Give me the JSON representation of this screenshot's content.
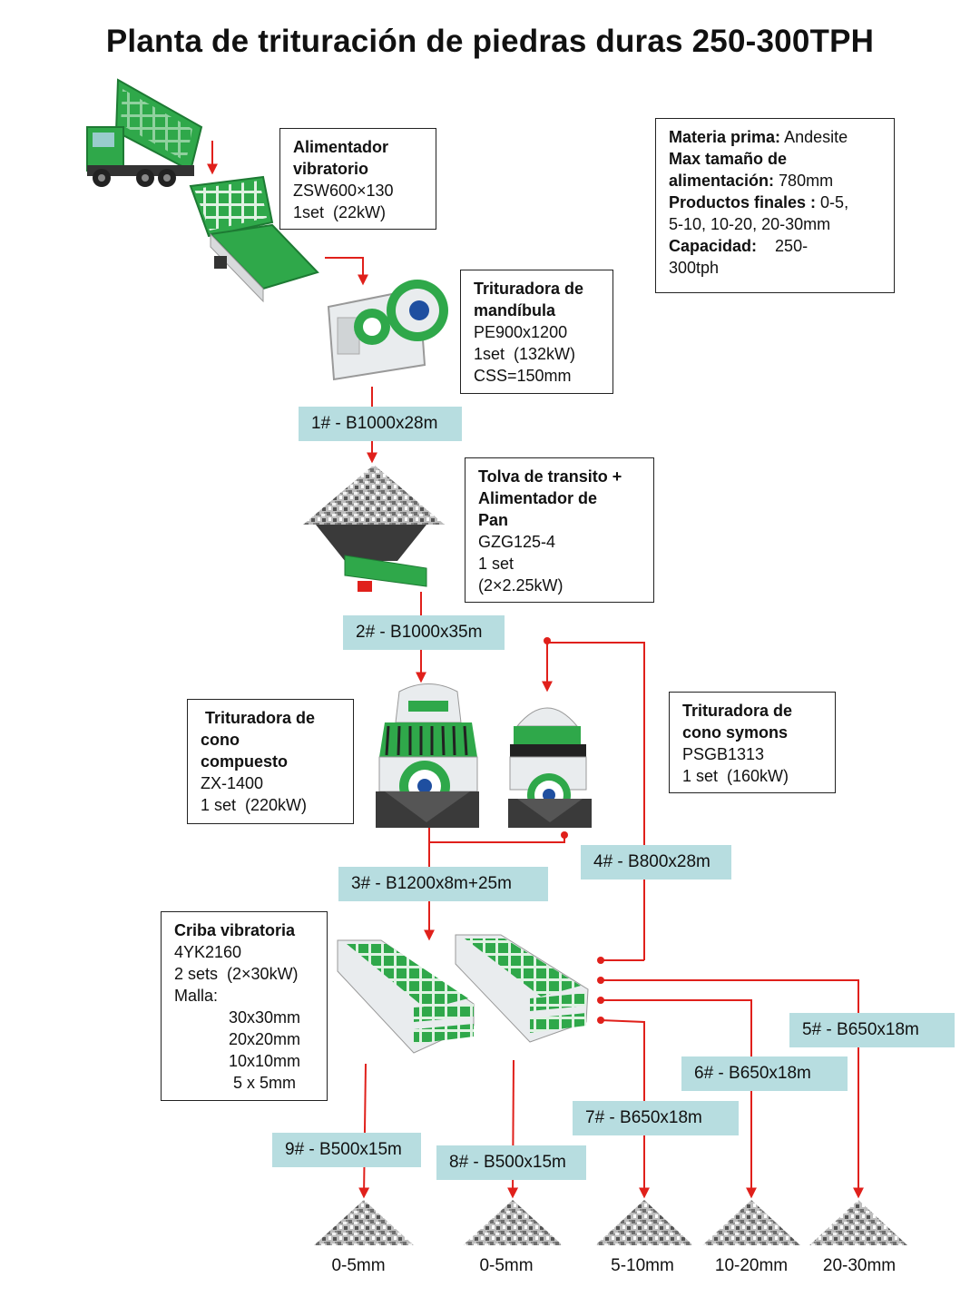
{
  "title": "Planta de trituración de piedras duras 250-300TPH",
  "info_box": {
    "raw_material_label": "Materia prima:",
    "raw_material_value": "Andesite",
    "max_feed_label_1": "Max tamaño de",
    "max_feed_label_2": "alimentación:",
    "max_feed_value": "780mm",
    "products_label": "Productos finales :",
    "products_value_1": "0-5,",
    "products_value_2": "5-10, 10-20, 20-30mm",
    "capacity_label": "Capacidad:",
    "capacity_value_1": "250-",
    "capacity_value_2": "300tph"
  },
  "equipment": {
    "vibrating_feeder": {
      "name_1": "Alimentador",
      "name_2": "vibratorio",
      "model": "ZSW600×130",
      "spec": "1set  (22kW)"
    },
    "jaw_crusher": {
      "name_1": "Trituradora de",
      "name_2": "mandíbula",
      "model": "PE900x1200",
      "spec": "1set  (132kW)",
      "css": "CSS=150mm"
    },
    "hopper_feeder": {
      "name_1": "Tolva de transito +",
      "name_2": "Alimentador de",
      "name_3": "Pan",
      "model": "GZG125-4",
      "spec_1": "1 set",
      "spec_2": "(2×2.25kW)"
    },
    "compound_cone": {
      "name_1": " Trituradora de",
      "name_2": "cono",
      "name_3": "compuesto",
      "model": "ZX-1400",
      "spec": "1 set  (220kW)"
    },
    "symons_cone": {
      "name_1": "Trituradora de",
      "name_2": "cono symons",
      "model": "PSGB1313",
      "spec": "1 set  (160kW)"
    },
    "vibrating_screen": {
      "name": "Criba vibratoria",
      "model": "4YK2160",
      "spec": "2 sets  (2×30kW)",
      "mesh_label": "Malla:",
      "mesh": [
        "30x30mm",
        "20x20mm",
        "10x10mm",
        " 5 x 5mm"
      ]
    }
  },
  "belts": {
    "b1": "1# - B1000x28m",
    "b2": "2# - B1000x35m",
    "b3": "3# - B1200x8m+25m",
    "b4": "4# - B800x28m",
    "b5": "5# - B650x18m",
    "b6": "6# - B650x18m",
    "b7": "7# - B650x18m",
    "b8": "8# - B500x15m",
    "b9": "9# - B500x15m"
  },
  "products": [
    "0-5mm",
    "0-5mm",
    "5-10mm",
    "10-20mm",
    "20-30mm"
  ],
  "colors": {
    "flow_line": "#e0201b",
    "belt_fill": "#b7dde0",
    "machine_green": "#2fa84a"
  }
}
